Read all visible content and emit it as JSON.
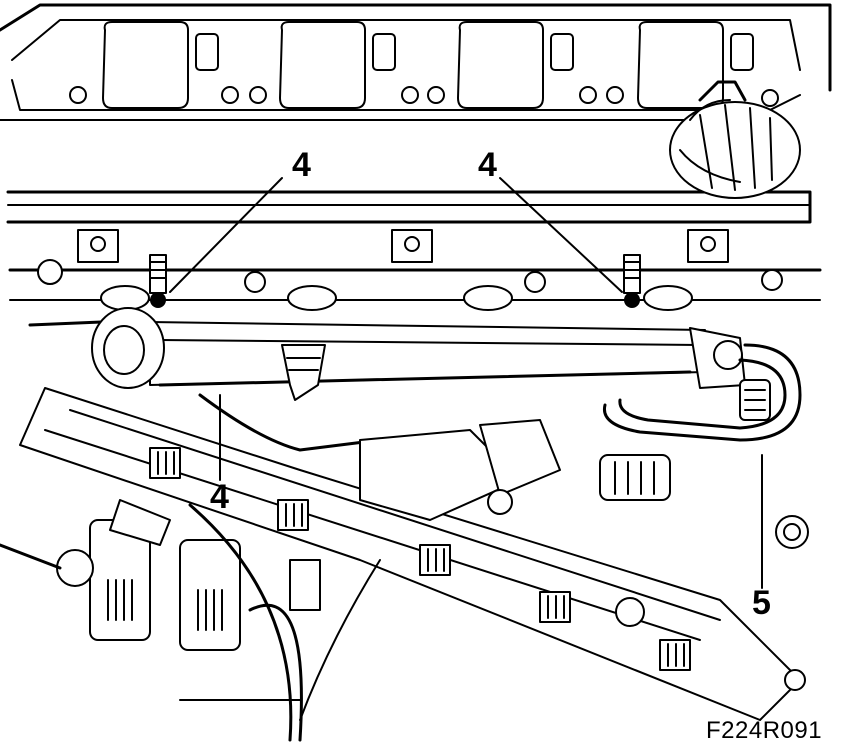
{
  "figure_code": "F224R091",
  "callouts": {
    "left_top": "4",
    "right_top": "4",
    "lower": "4",
    "hose": "5"
  },
  "colors": {
    "ink": "#000000",
    "paper": "#ffffff"
  }
}
